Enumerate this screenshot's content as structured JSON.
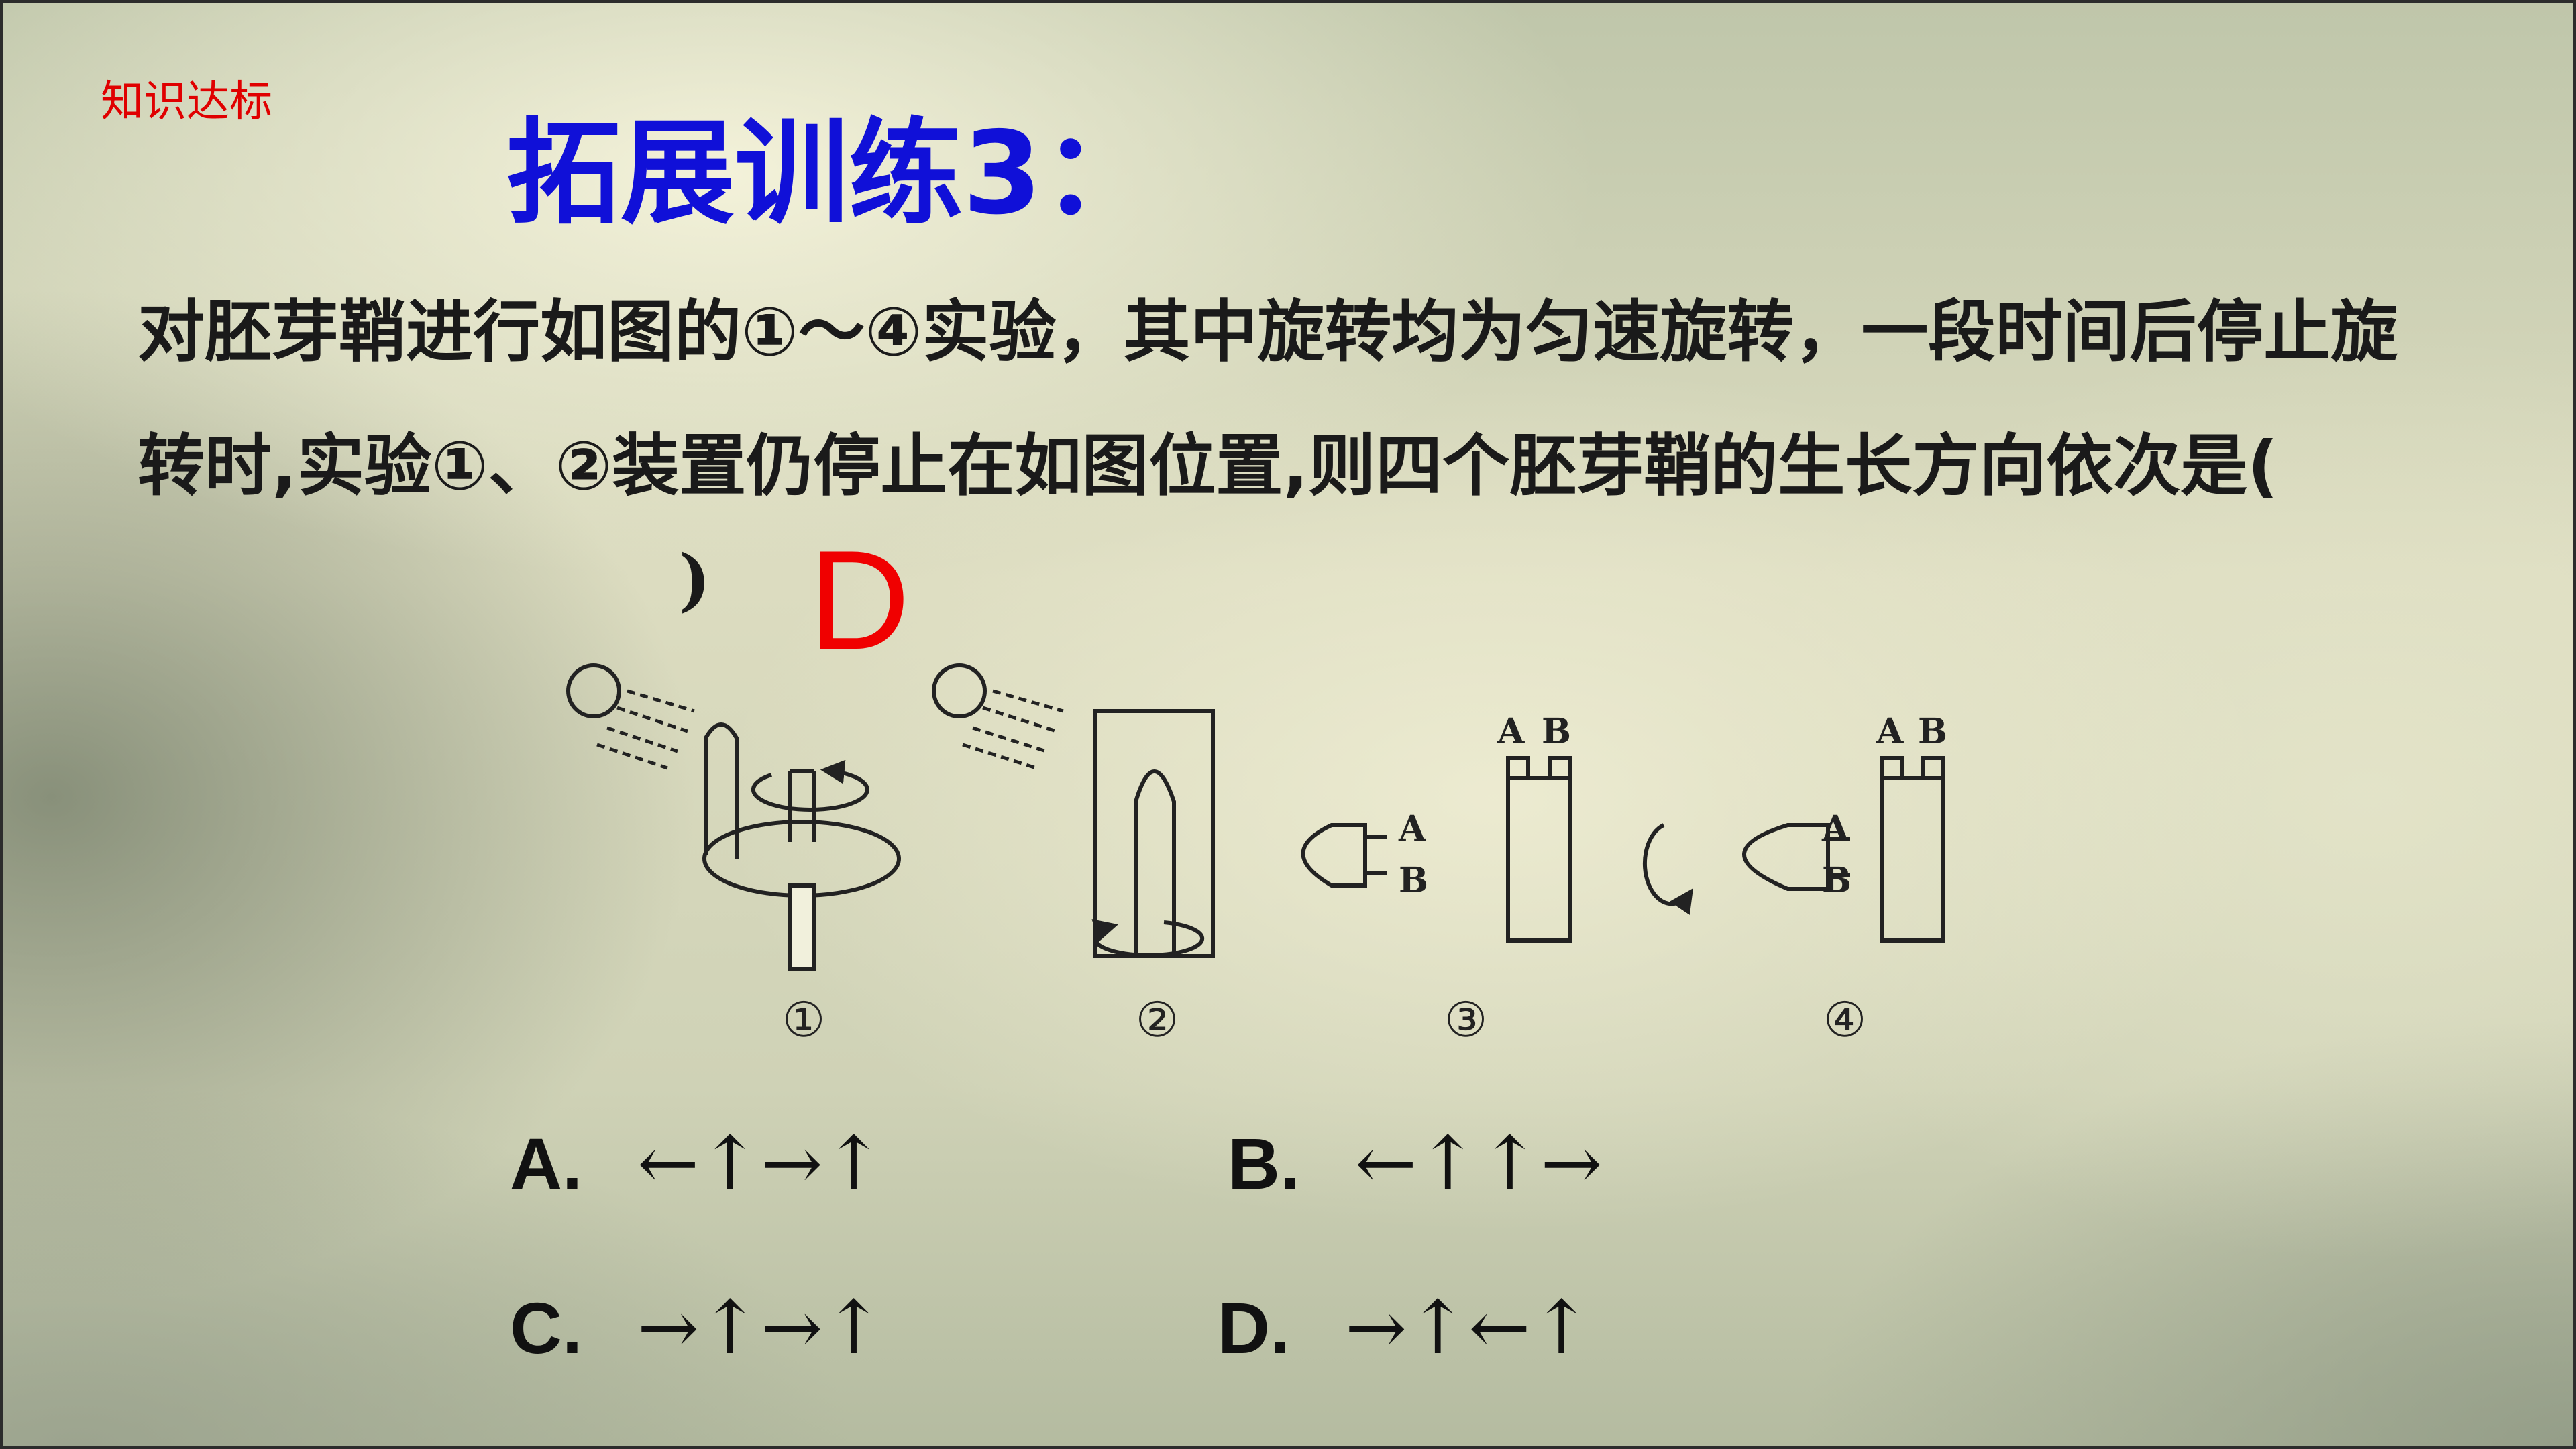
{
  "header": {
    "tag": "知识达标",
    "title": "拓展训练3："
  },
  "question": {
    "text": "对胚芽鞘进行如图的①～④实验，其中旋转均为匀速旋转，一段时间后停止旋转时,实验①、②装置仍停止在如图位置,则四个胚芽鞘的生长方向依次是(",
    "close_paren": ")",
    "answer": "D"
  },
  "figure": {
    "labels": [
      "①",
      "②",
      "③",
      "④"
    ],
    "block_labels": [
      "A",
      "B"
    ]
  },
  "options": [
    {
      "letter": "A.",
      "arrows": "←↑→↑"
    },
    {
      "letter": "B.",
      "arrows": "←↑↑→"
    },
    {
      "letter": "C.",
      "arrows": "→↑→↑"
    },
    {
      "letter": "D.",
      "arrows": "→↑←↑"
    }
  ]
}
